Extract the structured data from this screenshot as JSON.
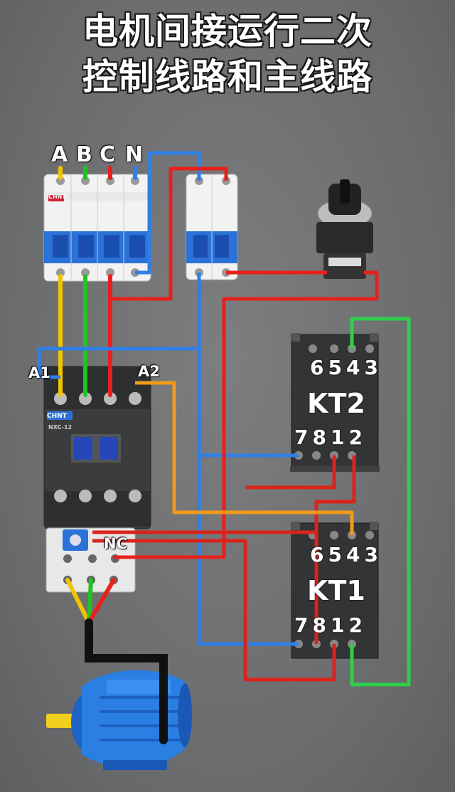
{
  "title_line1": "电机间接运行二次",
  "title_line2": "控制线路和主线路",
  "phase_labels": [
    "A",
    "B",
    "C",
    "N"
  ],
  "terminals": {
    "a1": "A1",
    "a2": "A2",
    "nc": "NC"
  },
  "brand": "CHNT",
  "contactor_model": "NXC-12",
  "timers": [
    {
      "name": "KT2",
      "top_numbers": "6543",
      "bottom_numbers": "7812"
    },
    {
      "name": "KT1",
      "top_numbers": "6543",
      "bottom_numbers": "7812"
    }
  ],
  "colors": {
    "phase_a": "#f2c400",
    "phase_b": "#22c422",
    "phase_c": "#e8201c",
    "neutral": "#2f7fe6",
    "wire_orange": "#f29a1a",
    "wire_red": "#d9241c",
    "wire_green": "#2ed04a",
    "motor": "#2b7fe3"
  }
}
